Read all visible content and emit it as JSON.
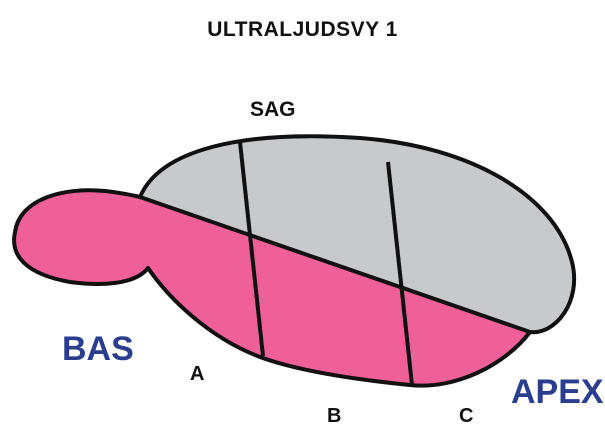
{
  "title": "ULTRALJUDSVY 1",
  "labels": {
    "sag": "SAG",
    "bas": "BAS",
    "apex": "APEX",
    "a": "A",
    "b": "B",
    "c": "C"
  },
  "colors": {
    "upper_region": "#c8c9cb",
    "lower_region": "#ef5f98",
    "outline": "#111111",
    "orientation_labels": "#2a3d8f"
  }
}
